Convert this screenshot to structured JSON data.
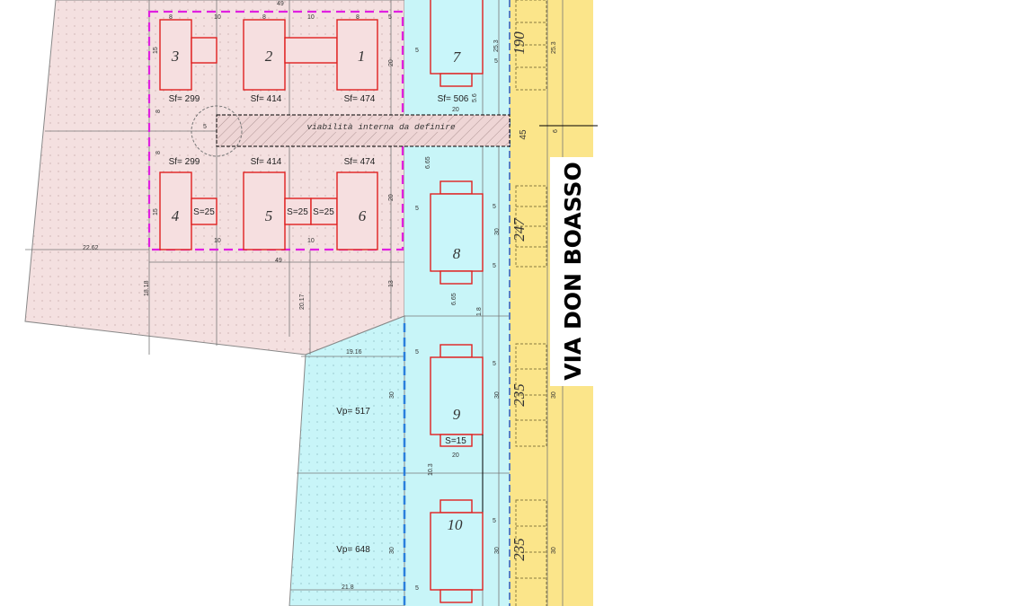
{
  "street_name": "VIA DON BOASSO",
  "road_label": "viabilità interna da definire",
  "road_width": "45",
  "lots": [
    {
      "num": "1",
      "sf": "Sf= 474"
    },
    {
      "num": "2",
      "sf": "Sf= 414"
    },
    {
      "num": "3",
      "sf": "Sf= 299"
    },
    {
      "num": "4",
      "sf": "Sf= 299"
    },
    {
      "num": "5",
      "sf": "Sf= 414"
    },
    {
      "num": "6",
      "sf": "Sf= 474"
    },
    {
      "num": "7",
      "sf": "Sf= 506"
    },
    {
      "num": "8"
    },
    {
      "num": "9",
      "s": "S=15"
    },
    {
      "num": "10"
    }
  ],
  "garages": [
    "S=25",
    "S=25",
    "S=25"
  ],
  "green_areas": [
    "Vp= 517",
    "Vp= 648"
  ],
  "parking": [
    "190",
    "247",
    "235",
    "235"
  ],
  "dims": {
    "top_total": "49",
    "bottom_total": "49",
    "w8": "8",
    "gap10": "10",
    "edge5": "5",
    "h15": "15",
    "h20": "20",
    "h8": "8",
    "d2262": "22.62",
    "d1818": "18.18",
    "d2017": "20.17",
    "d13": "13",
    "d1916": "19.16",
    "d218": "21.8",
    "d30": "30",
    "d20": "20",
    "d665": "6.65",
    "d18": "1.8",
    "d103": "10.3",
    "d253": "25.3",
    "d56": "5.6",
    "d6": "6"
  },
  "colors": {
    "pink": "#f4e0e0",
    "cyan": "#c8f5f8",
    "yellow": "#fbe58a",
    "magenta": "#e020e0",
    "red": "#e02020",
    "blue": "#2a7fdc"
  }
}
